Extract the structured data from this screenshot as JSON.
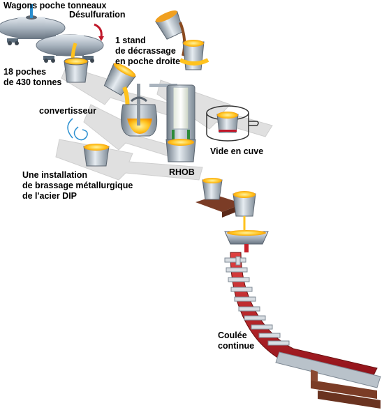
{
  "labels": {
    "wagons": "Wagons poche tonneaux",
    "desulfuration": "Désulfuration",
    "poches_line1": "18 poches",
    "poches_line2": "de 430 tonnes",
    "stand_line1": "1 stand",
    "stand_line2": "de décrassage",
    "stand_line3": "en poche droite",
    "convertisseur": "convertisseur",
    "dip_line1": "Une installation",
    "dip_line2": "de brassage métallurgique",
    "dip_line3": "de l'acier DIP",
    "rhob": "RHOB",
    "vide": "Vide en cuve",
    "coulee_line1": "Coulée",
    "coulee_line2": "continue"
  },
  "colors": {
    "steel": "#9aa6b2",
    "molten": "#ffb21a",
    "slab": "#c8202a",
    "brick": "#8b4a32",
    "flow_arrow": "#dcdcdc"
  }
}
